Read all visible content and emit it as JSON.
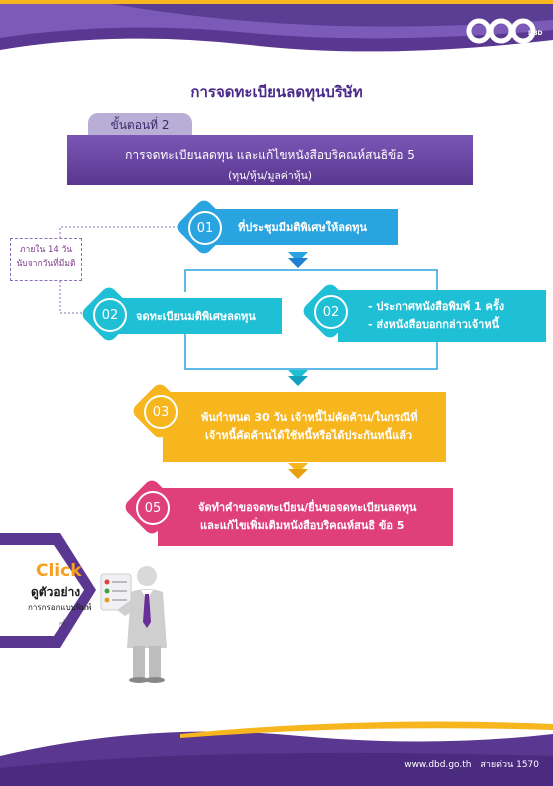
{
  "logo": {
    "text": "DBD"
  },
  "page_title": "การจดทะเบียนลดทุนบริษัท",
  "step_tab": "ขั้นตอนที่ 2",
  "banner": {
    "line1": "การจดทะเบียนลดทุน และแก้ไขหนังสือบริคณห์สนธิข้อ 5",
    "line2": "(ทุน/หุ้น/มูลค่าหุ้น)"
  },
  "note": {
    "line1": "ภายใน 14 วัน",
    "line2": "นับจากวันที่มีมติ"
  },
  "steps": [
    {
      "num": "01",
      "text": "ที่ประชุมมีมติพิเศษให้ลดทุน"
    },
    {
      "num": "02",
      "text": "จดทะเบียนมติพิเศษลดทุน"
    },
    {
      "num": "02",
      "line1": "- ประกาศหนังสือพิมพ์ 1 ครั้ง",
      "line2": "- ส่งหนังสือบอกกล่าวเจ้าหนี้"
    },
    {
      "num": "03",
      "line1": "พ้นกำหนด 30 วัน เจ้าหนี้ไม่คัดค้าน/ในกรณีที่",
      "line2": "เจ้าหนี้คัดค้านได้ใช้หนี้หรือได้ประกันหนี้แล้ว"
    },
    {
      "num": "05",
      "line1": "จัดทำคำขอจดทะเบียน/ยื่นขอจดทะเบียนลดทุน",
      "line2": "และแก้ไขเพิ่มเติมหนังสือบริคณห์สนธิ ข้อ 5"
    }
  ],
  "click_badge": {
    "click": "Click",
    "line1": "ดูตัวอย่าง",
    "line2": "การกรอกแบบพิมพ์"
  },
  "footer": {
    "url": "www.dbd.go.th",
    "hotline": "สายด่วน 1570"
  },
  "colors": {
    "purple": "#5a3790",
    "blue": "#2aa4e0",
    "cyan": "#1fbfd6",
    "yellow": "#f7b51e",
    "pink": "#e0407a"
  }
}
